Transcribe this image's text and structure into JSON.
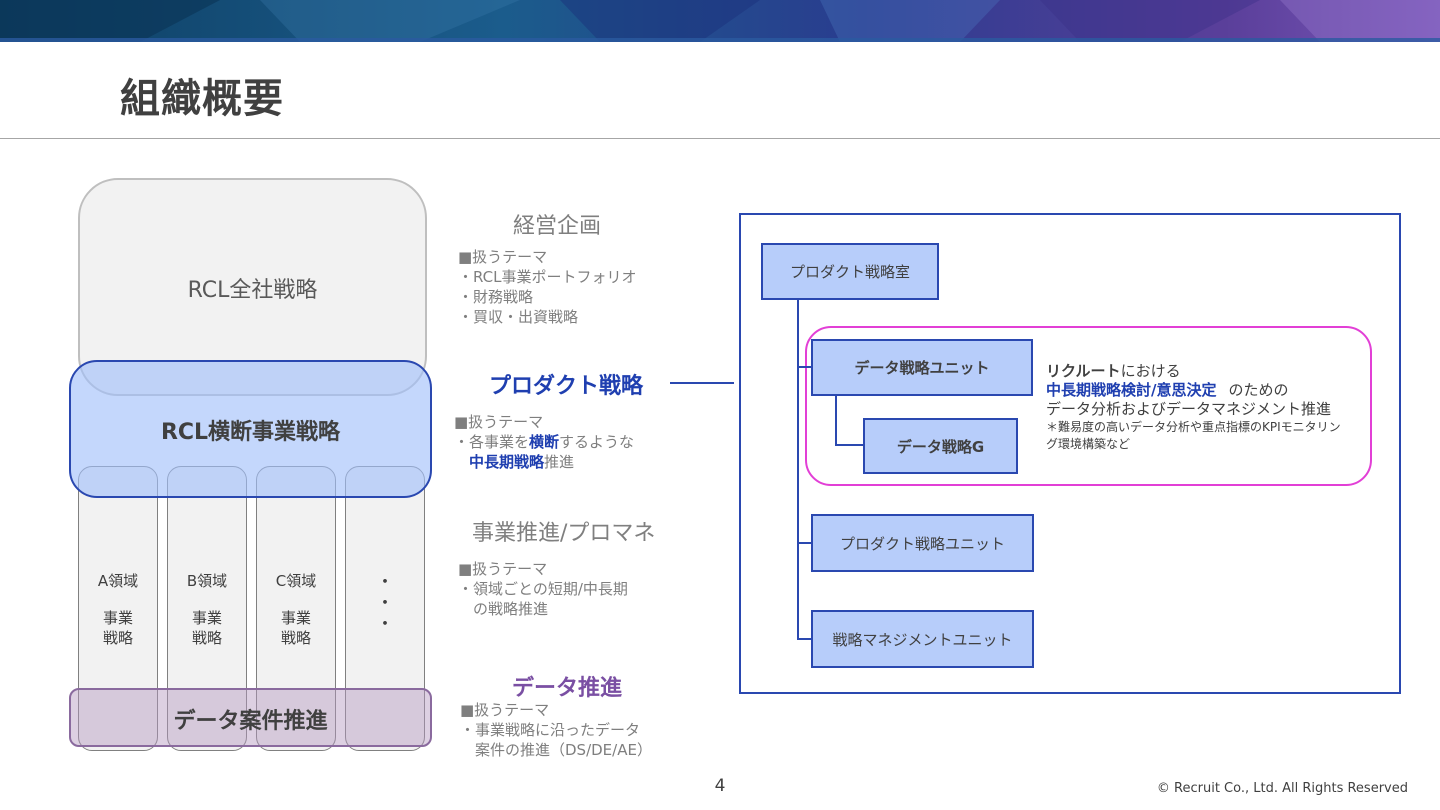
{
  "slide": {
    "title": "組織概要",
    "page_number": "4",
    "copyright": "© Recruit Co., Ltd. All Rights Reserved"
  },
  "diagram": {
    "top_label": "RCL全社戦略",
    "cross_label": "RCL横断事業戦略",
    "data_label": "データ案件推進",
    "columns": [
      {
        "area": "A領域",
        "line1": "事業",
        "line2": "戦略"
      },
      {
        "area": "B領域",
        "line1": "事業",
        "line2": "戦略"
      },
      {
        "area": "C領域",
        "line1": "事業",
        "line2": "戦略"
      }
    ],
    "ellipsis": [
      "・",
      "・",
      "・"
    ]
  },
  "sections": {
    "management": {
      "heading": "経営企画",
      "theme": "■扱うテーマ",
      "items": [
        "・RCL事業ポートフォリオ",
        "・財務戦略",
        "・買収・出資戦略"
      ]
    },
    "product": {
      "heading": "プロダクト戦略",
      "theme": "■扱うテーマ",
      "line1_a": "・各事業を",
      "line1_b": "横断",
      "line1_c": "するような",
      "line2_a": "中長期戦略",
      "line2_b": "推進"
    },
    "business": {
      "heading": "事業推進/プロマネ",
      "theme": "■扱うテーマ",
      "line1": "・領域ごとの短期/中長期",
      "line2": "の戦略推進"
    },
    "data": {
      "heading": "データ推進",
      "theme": "■扱うテーマ",
      "line1": "・事業戦略に沿ったデータ",
      "line2": "案件の推進（DS/DE/AE）"
    }
  },
  "org": {
    "root": "プロダクト戦略室",
    "data_unit": "データ戦略ユニット",
    "data_group": "データ戦略G",
    "product_unit": "プロダクト戦略ユニット",
    "mgmt_unit": "戦略マネジメントユニット",
    "note": {
      "l1_a": "リクルート",
      "l1_b": "における",
      "l2_a": "中長期戦略検討/意思決定",
      "l2_b": "のための",
      "l3": "データ分析およびデータマネジメント推進",
      "l4": "＊難易度の高いデータ分析や重点指標のKPIモニタリン",
      "l5": "グ環境構築など"
    }
  },
  "colors": {
    "accent_blue": "#1f3fb0",
    "accent_purple": "#7a4fa3",
    "box_fill": "#b7cdfa",
    "magenta_outline": "#e23fd6"
  }
}
